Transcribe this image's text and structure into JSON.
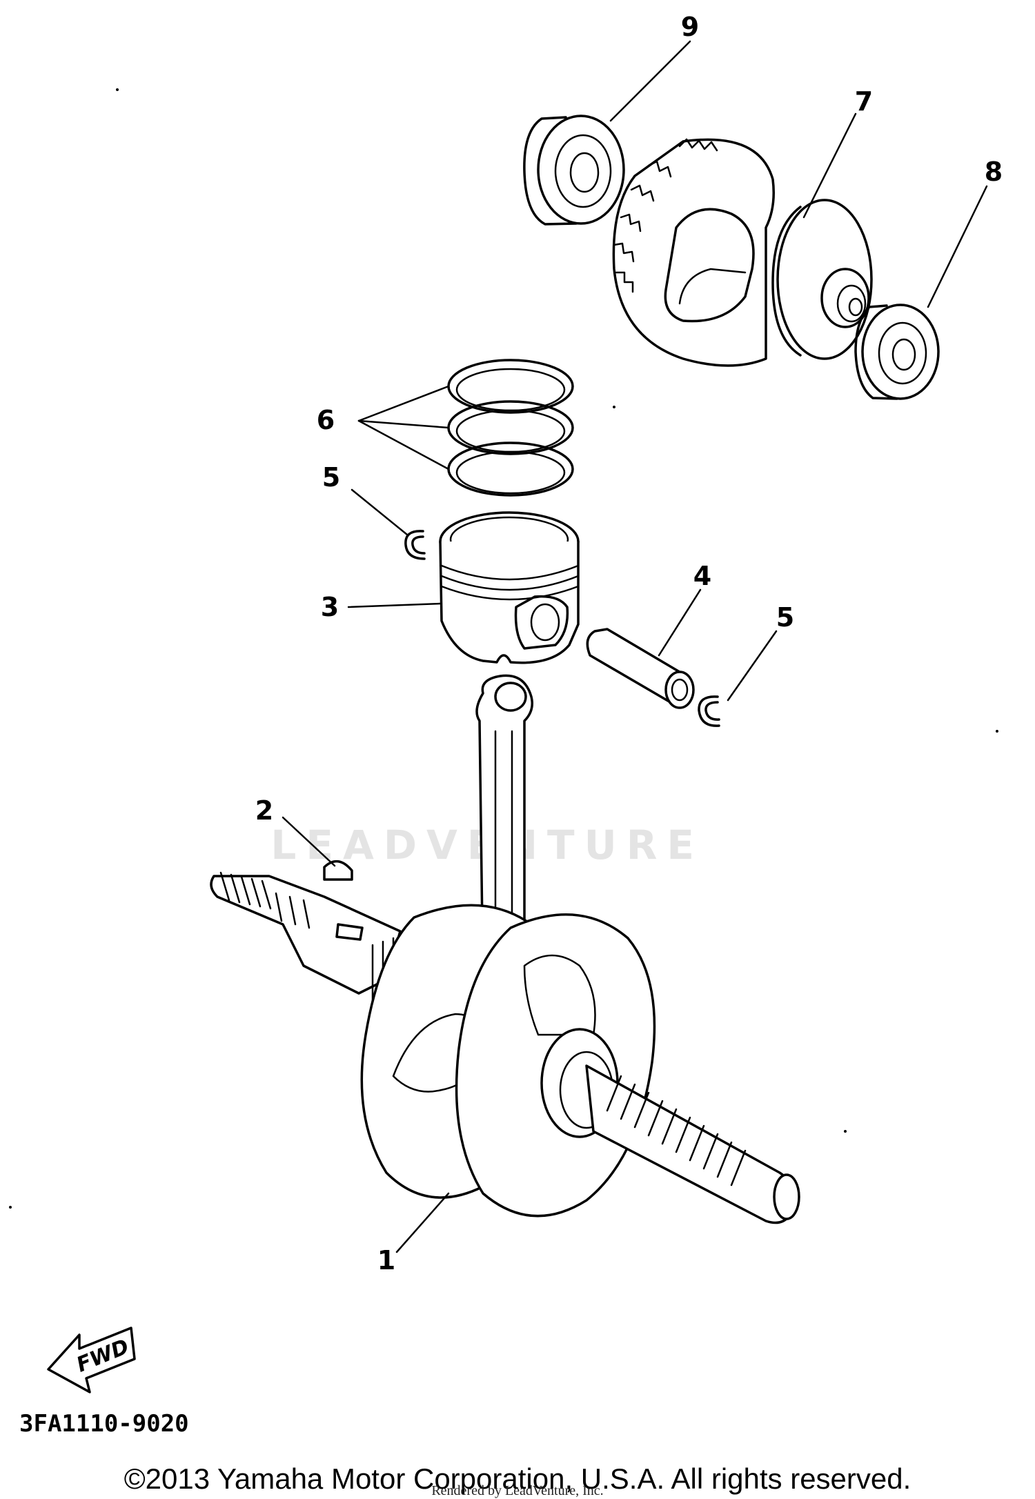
{
  "diagram": {
    "callouts": [
      {
        "id": "1",
        "label": "1"
      },
      {
        "id": "2",
        "label": "2"
      },
      {
        "id": "3",
        "label": "3"
      },
      {
        "id": "4",
        "label": "4"
      },
      {
        "id": "5a",
        "label": "5"
      },
      {
        "id": "5b",
        "label": "5"
      },
      {
        "id": "6",
        "label": "6"
      },
      {
        "id": "7",
        "label": "7"
      },
      {
        "id": "8",
        "label": "8"
      },
      {
        "id": "9",
        "label": "9"
      }
    ],
    "fwd_label": "FWD",
    "watermark": "LEADVENTURE",
    "part_code": "3FA1110-9020"
  },
  "footer": {
    "copyright": "©2013 Yamaha Motor Corporation, U.S.A. All rights reserved.",
    "rendered_by": "Rendered by LeadVenture, Inc."
  }
}
